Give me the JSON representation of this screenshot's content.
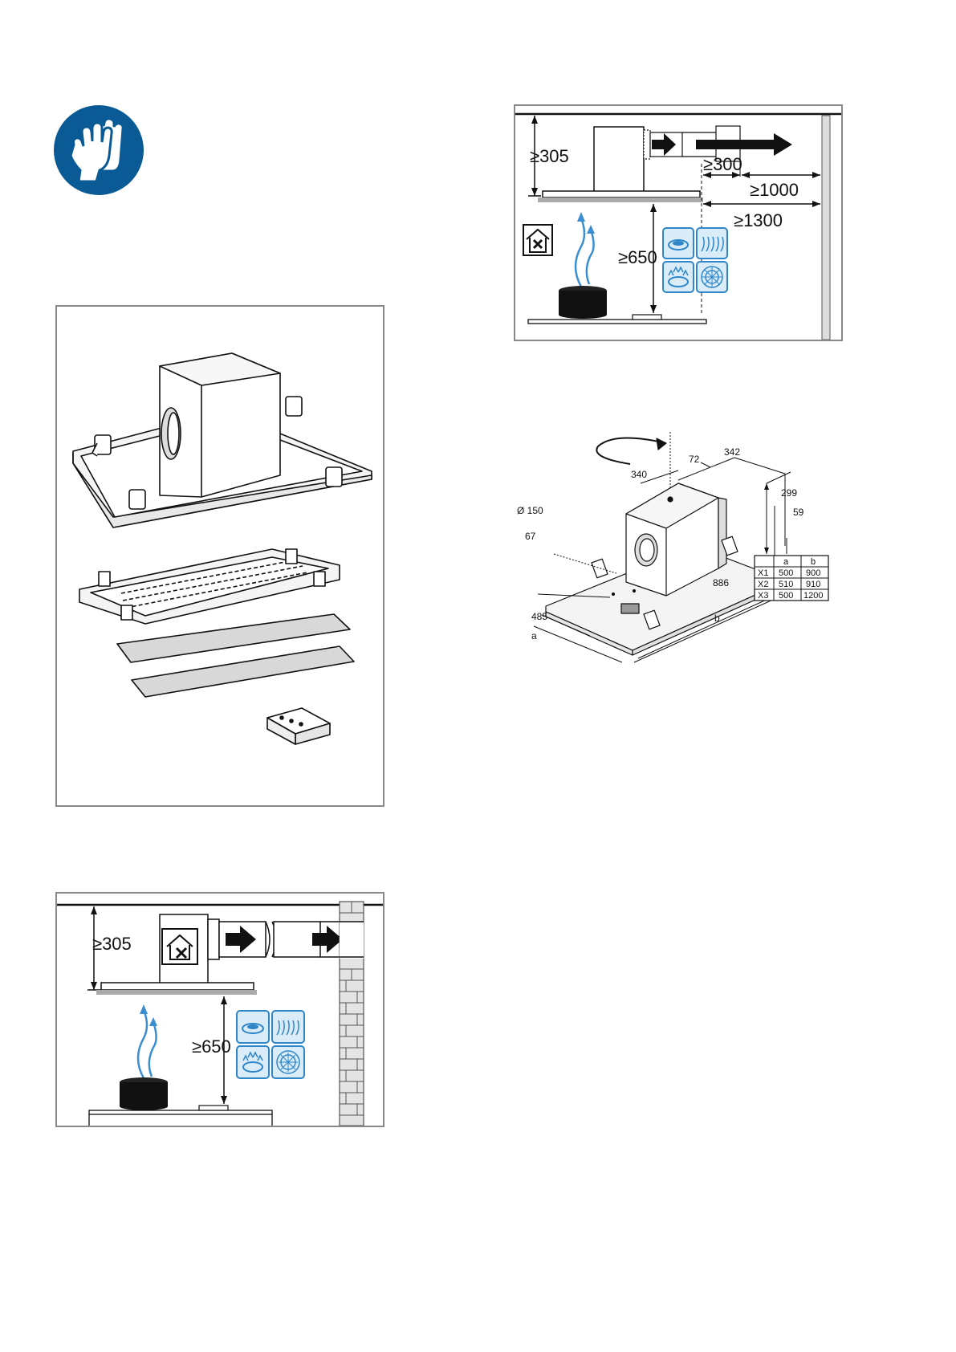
{
  "colors": {
    "safety_blue": "#0a5a96",
    "airflow_blue": "#3b8fd0",
    "symbol_blue": "#2f86c9",
    "symbol_fill": "#d9ecf8",
    "frame_gray": "#888888",
    "hob_gray": "#aaaaaa"
  },
  "icons": {
    "gloves": "protective-gloves-icon",
    "no_exhaust": "no-exhaust-house-icon",
    "induction": "induction-hob-icon",
    "radiant": "radiant-heater-icon",
    "gas": "gas-burner-icon",
    "ceramic": "ceramic-hob-icon"
  },
  "figure_duct_wall": {
    "dim_height": "≥305",
    "dim_above_hob": "≥650"
  },
  "figure_duct_through": {
    "dim_height": "≥305",
    "dim_side": "≥300",
    "dim_wall_1000": "≥1000",
    "dim_wall_1300": "≥1300",
    "dim_above_hob": "≥650"
  },
  "figure_dimensions": {
    "dims": {
      "d342": "342",
      "d72": "72",
      "d340": "340",
      "d299": "299",
      "d59": "59",
      "dia": "Ø 150",
      "d67": "67",
      "d886": "886",
      "d485": "485",
      "a": "a",
      "b": "b"
    },
    "table": {
      "headers": [
        "",
        "a",
        "b"
      ],
      "rows": [
        [
          "X1",
          "500",
          "900"
        ],
        [
          "X2",
          "510",
          "910"
        ],
        [
          "X3",
          "500",
          "1200"
        ]
      ]
    }
  }
}
